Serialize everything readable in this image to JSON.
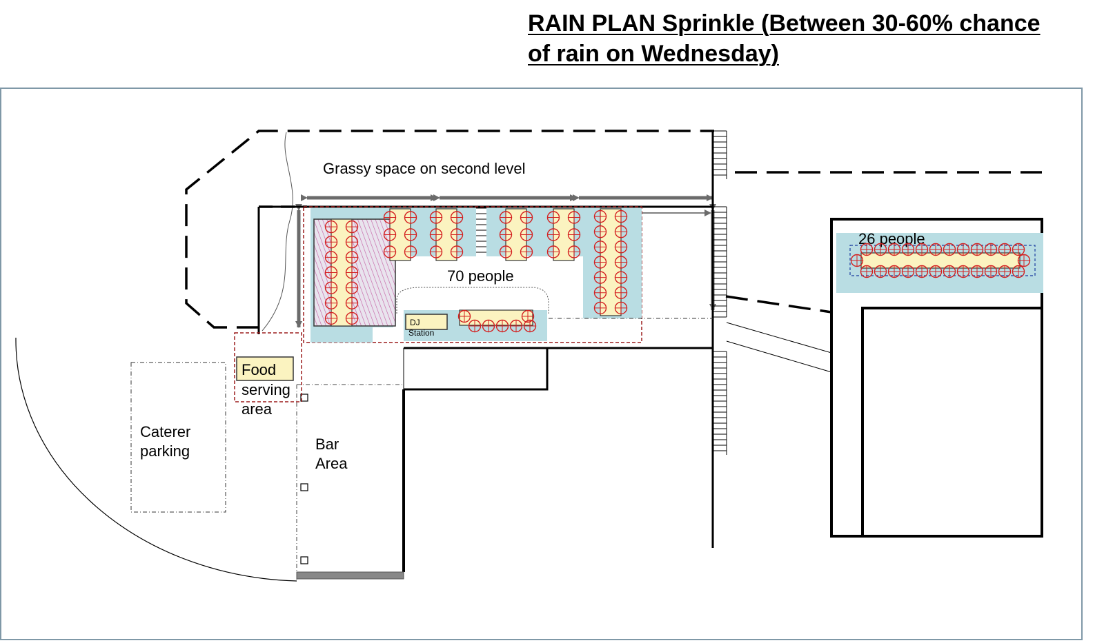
{
  "title": {
    "line1": "RAIN PLAN Sprinkle (Between 30-60% chance",
    "line2": "of rain on Wednesday)"
  },
  "labels": {
    "grassy": "Grassy space on second level",
    "main_capacity": "70 people",
    "side_capacity": "26 people",
    "dj_line1": "DJ",
    "dj_line2": "Station",
    "food_line1": "Food",
    "food_line2": "serving",
    "food_line3": "area",
    "caterer_line1": "Caterer",
    "caterer_line2": "parking",
    "bar_line1": "Bar",
    "bar_line2": "Area"
  },
  "colors": {
    "seating_area": "#b9dde3",
    "table_fill": "#fbf3c0",
    "chair": "#d42020",
    "zone_outline": "#9b1c1c",
    "food_label_bg": "#fbf3c0",
    "hatch": "#c35aa0",
    "frame": "#7f98a7",
    "arrow": "#6b6b6b"
  },
  "icons": {
    "chair": "chair-icon",
    "stairs": "stairs-icon",
    "post": "post-icon",
    "arrow": "double-arrow-icon"
  }
}
